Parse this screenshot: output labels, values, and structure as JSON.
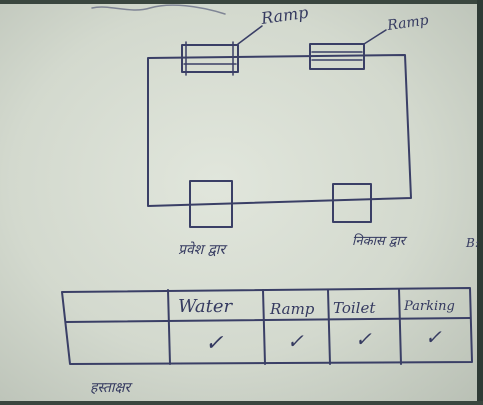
{
  "labels": {
    "ramp_left": "Ramp",
    "ramp_right": "Ramp",
    "entrance": "प्रवेश द्वार",
    "exit": "निकास द्वार",
    "b_mark": "B:",
    "footer_note": "हस्ताक्षर"
  },
  "table": {
    "headers": [
      "",
      "Water",
      "Ramp",
      "Toilet",
      "Parking"
    ],
    "row": [
      "",
      "✓",
      "✓",
      "✓",
      "✓"
    ]
  },
  "colors": {
    "ink": "#3a3f66",
    "paper": "#dfe4da"
  }
}
